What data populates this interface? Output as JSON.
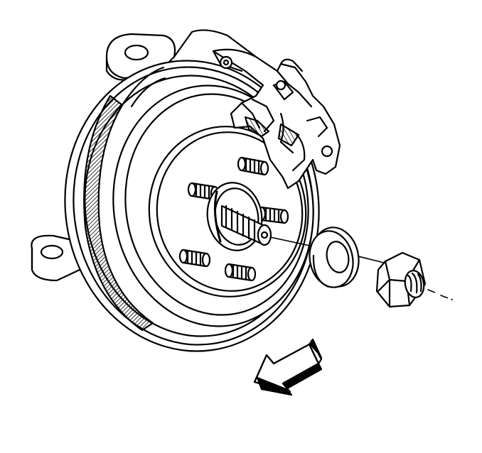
{
  "diagram": {
    "colors": {
      "ink": "#000000",
      "paper": "#ffffff",
      "hatch": "#000000"
    },
    "parts": [
      {
        "id": "knuckle",
        "icon": "steering-knuckle"
      },
      {
        "id": "backing-plate",
        "icon": "brake-backing-plate"
      },
      {
        "id": "rotor",
        "icon": "brake-rotor"
      },
      {
        "id": "caliper",
        "icon": "brake-caliper"
      },
      {
        "id": "hub",
        "icon": "wheel-hub"
      },
      {
        "id": "wheel-studs",
        "icon": "wheel-stud",
        "count": 5
      },
      {
        "id": "spindle",
        "icon": "threaded-spindle"
      },
      {
        "id": "washer",
        "icon": "flat-washer"
      },
      {
        "id": "nut",
        "icon": "hex-nut"
      },
      {
        "id": "direction-arrow",
        "icon": "arrow-icon"
      }
    ]
  }
}
